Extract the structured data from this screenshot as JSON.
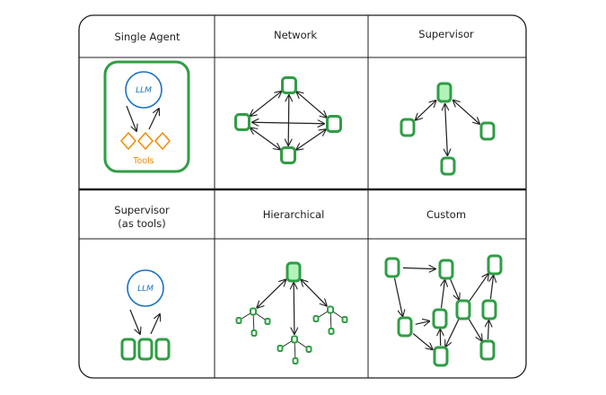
{
  "cells": [
    {
      "title": "Single Agent"
    },
    {
      "title": "Network"
    },
    {
      "title": "Supervisor"
    },
    {
      "title_line1": "Supervisor",
      "title_line2": "(as tools)"
    },
    {
      "title": "Hierarchical"
    },
    {
      "title": "Custom"
    }
  ],
  "labels": {
    "llm": "LLM",
    "tools": "Tools"
  },
  "colors": {
    "agent": "#2f9e44",
    "agent_fill": "#b2f2bb",
    "llm": "#1971c2",
    "tool": "#f08c00",
    "line": "#1e1e1e"
  }
}
